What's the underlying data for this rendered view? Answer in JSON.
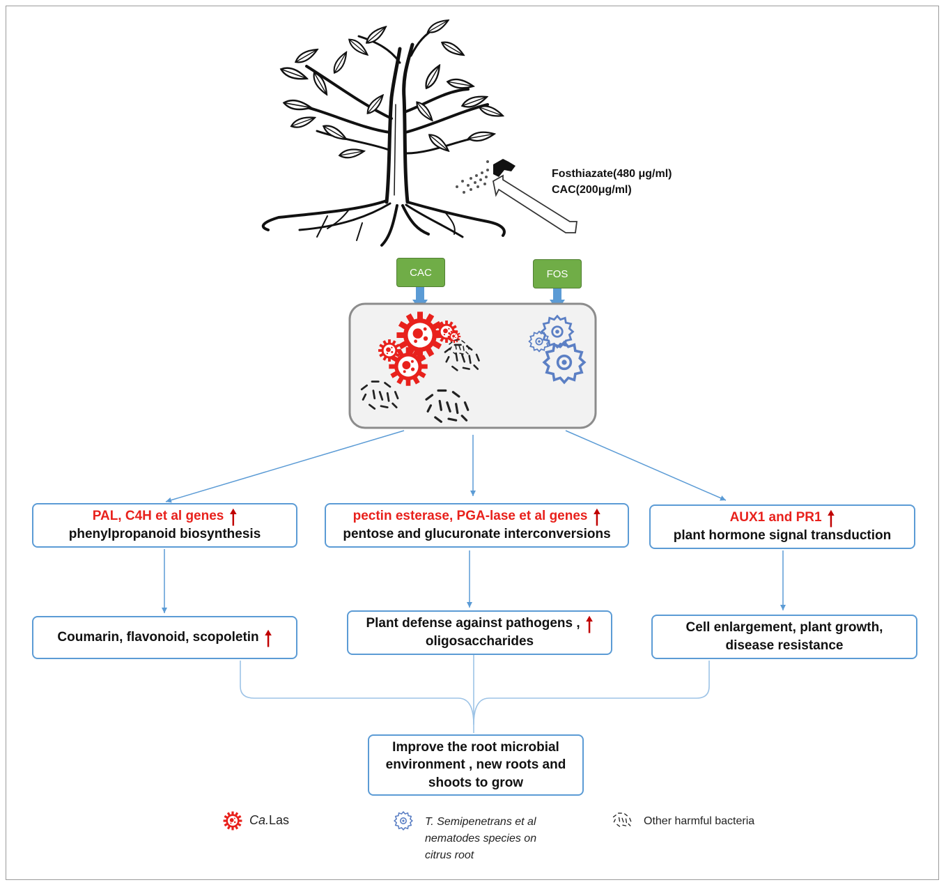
{
  "spray": {
    "line1": "Fosthiazate(480 μg/ml)",
    "line2": "CAC(200μg/ml)"
  },
  "agents": {
    "cac": "CAC",
    "fos": "FOS"
  },
  "pathways": [
    {
      "genes": "PAL, C4H et al genes",
      "pathway": "phenylpropanoid biosynthesis"
    },
    {
      "genes": "pectin esterase, PGA-lase et al genes",
      "pathway": "pentose and glucuronate interconversions"
    },
    {
      "genes": "AUX1 and PR1",
      "pathway": "plant hormone signal transduction"
    }
  ],
  "effects": [
    {
      "line1": "Coumarin, flavonoid, scopoletin"
    },
    {
      "line1": "Plant defense against pathogens ,",
      "line2": "oligosaccharides"
    },
    {
      "line1": "Cell enlargement, plant growth,",
      "line2": "disease resistance"
    }
  ],
  "outcome": {
    "line1": "Improve the root microbial",
    "line2": "environment , new roots and",
    "line3": "shoots to grow"
  },
  "legend": {
    "calas_italic": "Ca.",
    "calas_rest": "Las",
    "nematode_line1": "T. Semipenetrans et al",
    "nematode_line2": "nematodes species on",
    "nematode_line3": "citrus root",
    "bacteria": "Other harmful bacteria"
  },
  "increase_symbol": "🠑",
  "colors": {
    "box_border": "#5b9bd5",
    "gene_text": "#e8211c",
    "arrow_up": "#c00000",
    "agent_fill": "#70ad47",
    "pathogen_red": "#e8211c",
    "nematode_blue": "#5b7fc4"
  }
}
